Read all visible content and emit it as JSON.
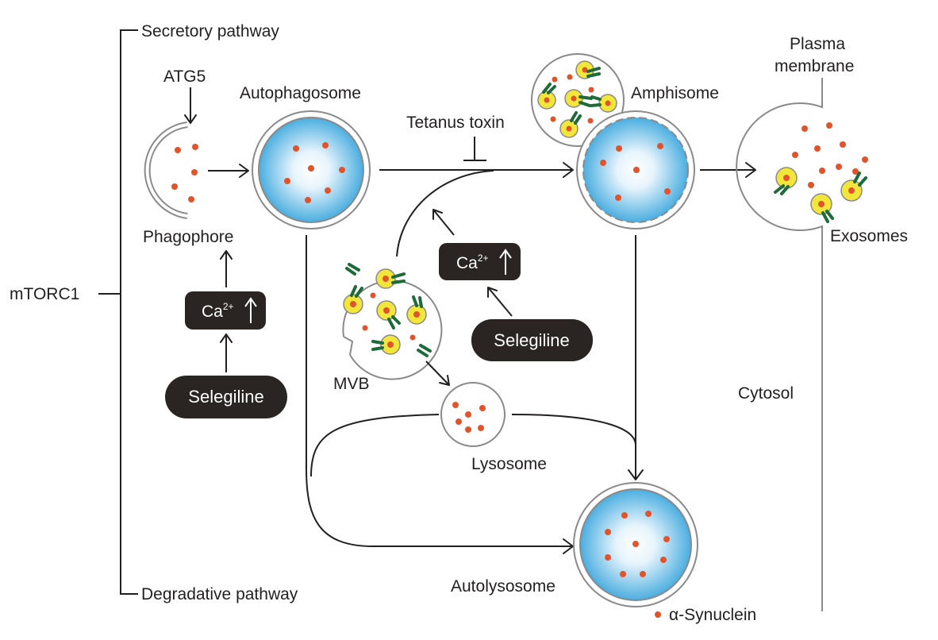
{
  "labels": {
    "secretory": "Secretory pathway",
    "degradative": "Degradative pathway",
    "mtorc1": "mTORC1",
    "atg5": "ATG5",
    "autophagosome": "Autophagosome",
    "phagophore": "Phagophore",
    "tetanus": "Tetanus toxin",
    "amphisome": "Amphisome",
    "plasma_line1": "Plasma",
    "plasma_line2": "membrane",
    "exosomes": "Exosomes",
    "mvb": "MVB",
    "lysosome": "Lysosome",
    "cytosol": "Cytosol",
    "autolysosome": "Autolysosome",
    "legend": "α-Synuclein"
  },
  "pills": {
    "selegiline_left": "Selegiline",
    "selegiline_right": "Selegiline",
    "ca_left": "Ca",
    "ca_right": "Ca",
    "ca_sup": "2+"
  },
  "colors": {
    "cargo_dot": "#e1542b",
    "vesicle_yellow": "#f2e63a",
    "receptor_green": "#1e6b3a",
    "pill_bg": "#2a2423",
    "membrane_gray": "#8a8a8a",
    "lumen_blue": "#4aaee0"
  }
}
